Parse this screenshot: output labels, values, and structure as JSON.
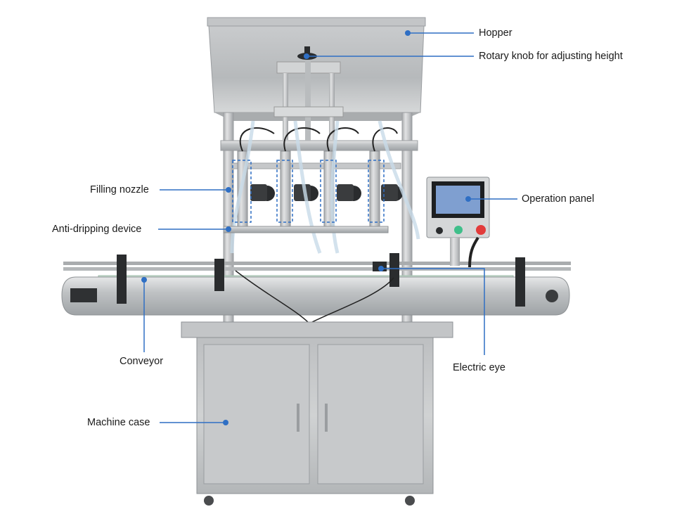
{
  "labels": {
    "hopper": "Hopper",
    "rotary_knob": "Rotary knob for adjusting height",
    "filling_nozzle": "Filling nozzle",
    "anti_dripping": "Anti-dripping device",
    "operation_panel": "Operation panel",
    "conveyor": "Conveyor",
    "electric_eye": "Electric eye",
    "machine_case": "Machine case"
  },
  "colors": {
    "callout": "#2f6fc4",
    "steel_light": "#d9dbdc",
    "steel_mid": "#b4b7b9",
    "steel_dark": "#8d9194",
    "black_part": "#2a2c2e",
    "screen": "#7f9fd0",
    "green_button": "#3fbf8a",
    "red_button": "#e23b3b"
  }
}
